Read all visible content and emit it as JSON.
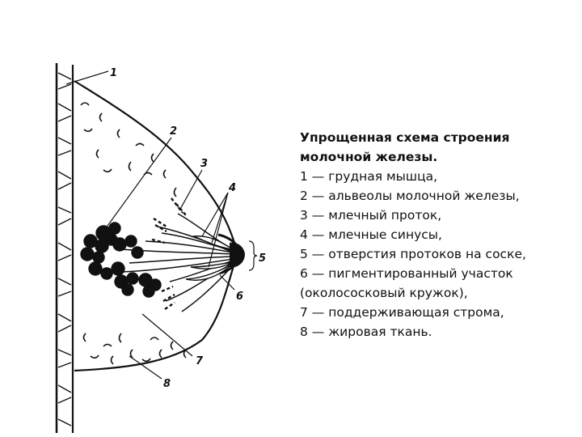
{
  "diagram": {
    "labels": [
      "1",
      "2",
      "3",
      "4",
      "5",
      "6",
      "7",
      "8"
    ]
  },
  "legend": {
    "title_line1": "Упрощенная схема строения",
    "title_line2": "молочной железы.",
    "items": [
      "1 — грудная мышца,",
      "2 — альвеолы молочной железы,",
      "3 — млечный проток,",
      "4 — млечные синусы,",
      "5 — отверстия протоков на соске,",
      "6 — пигментированный участок",
      "(околососковый кружок),",
      "7 — поддерживающая строма,",
      "8 — жировая ткань."
    ]
  }
}
